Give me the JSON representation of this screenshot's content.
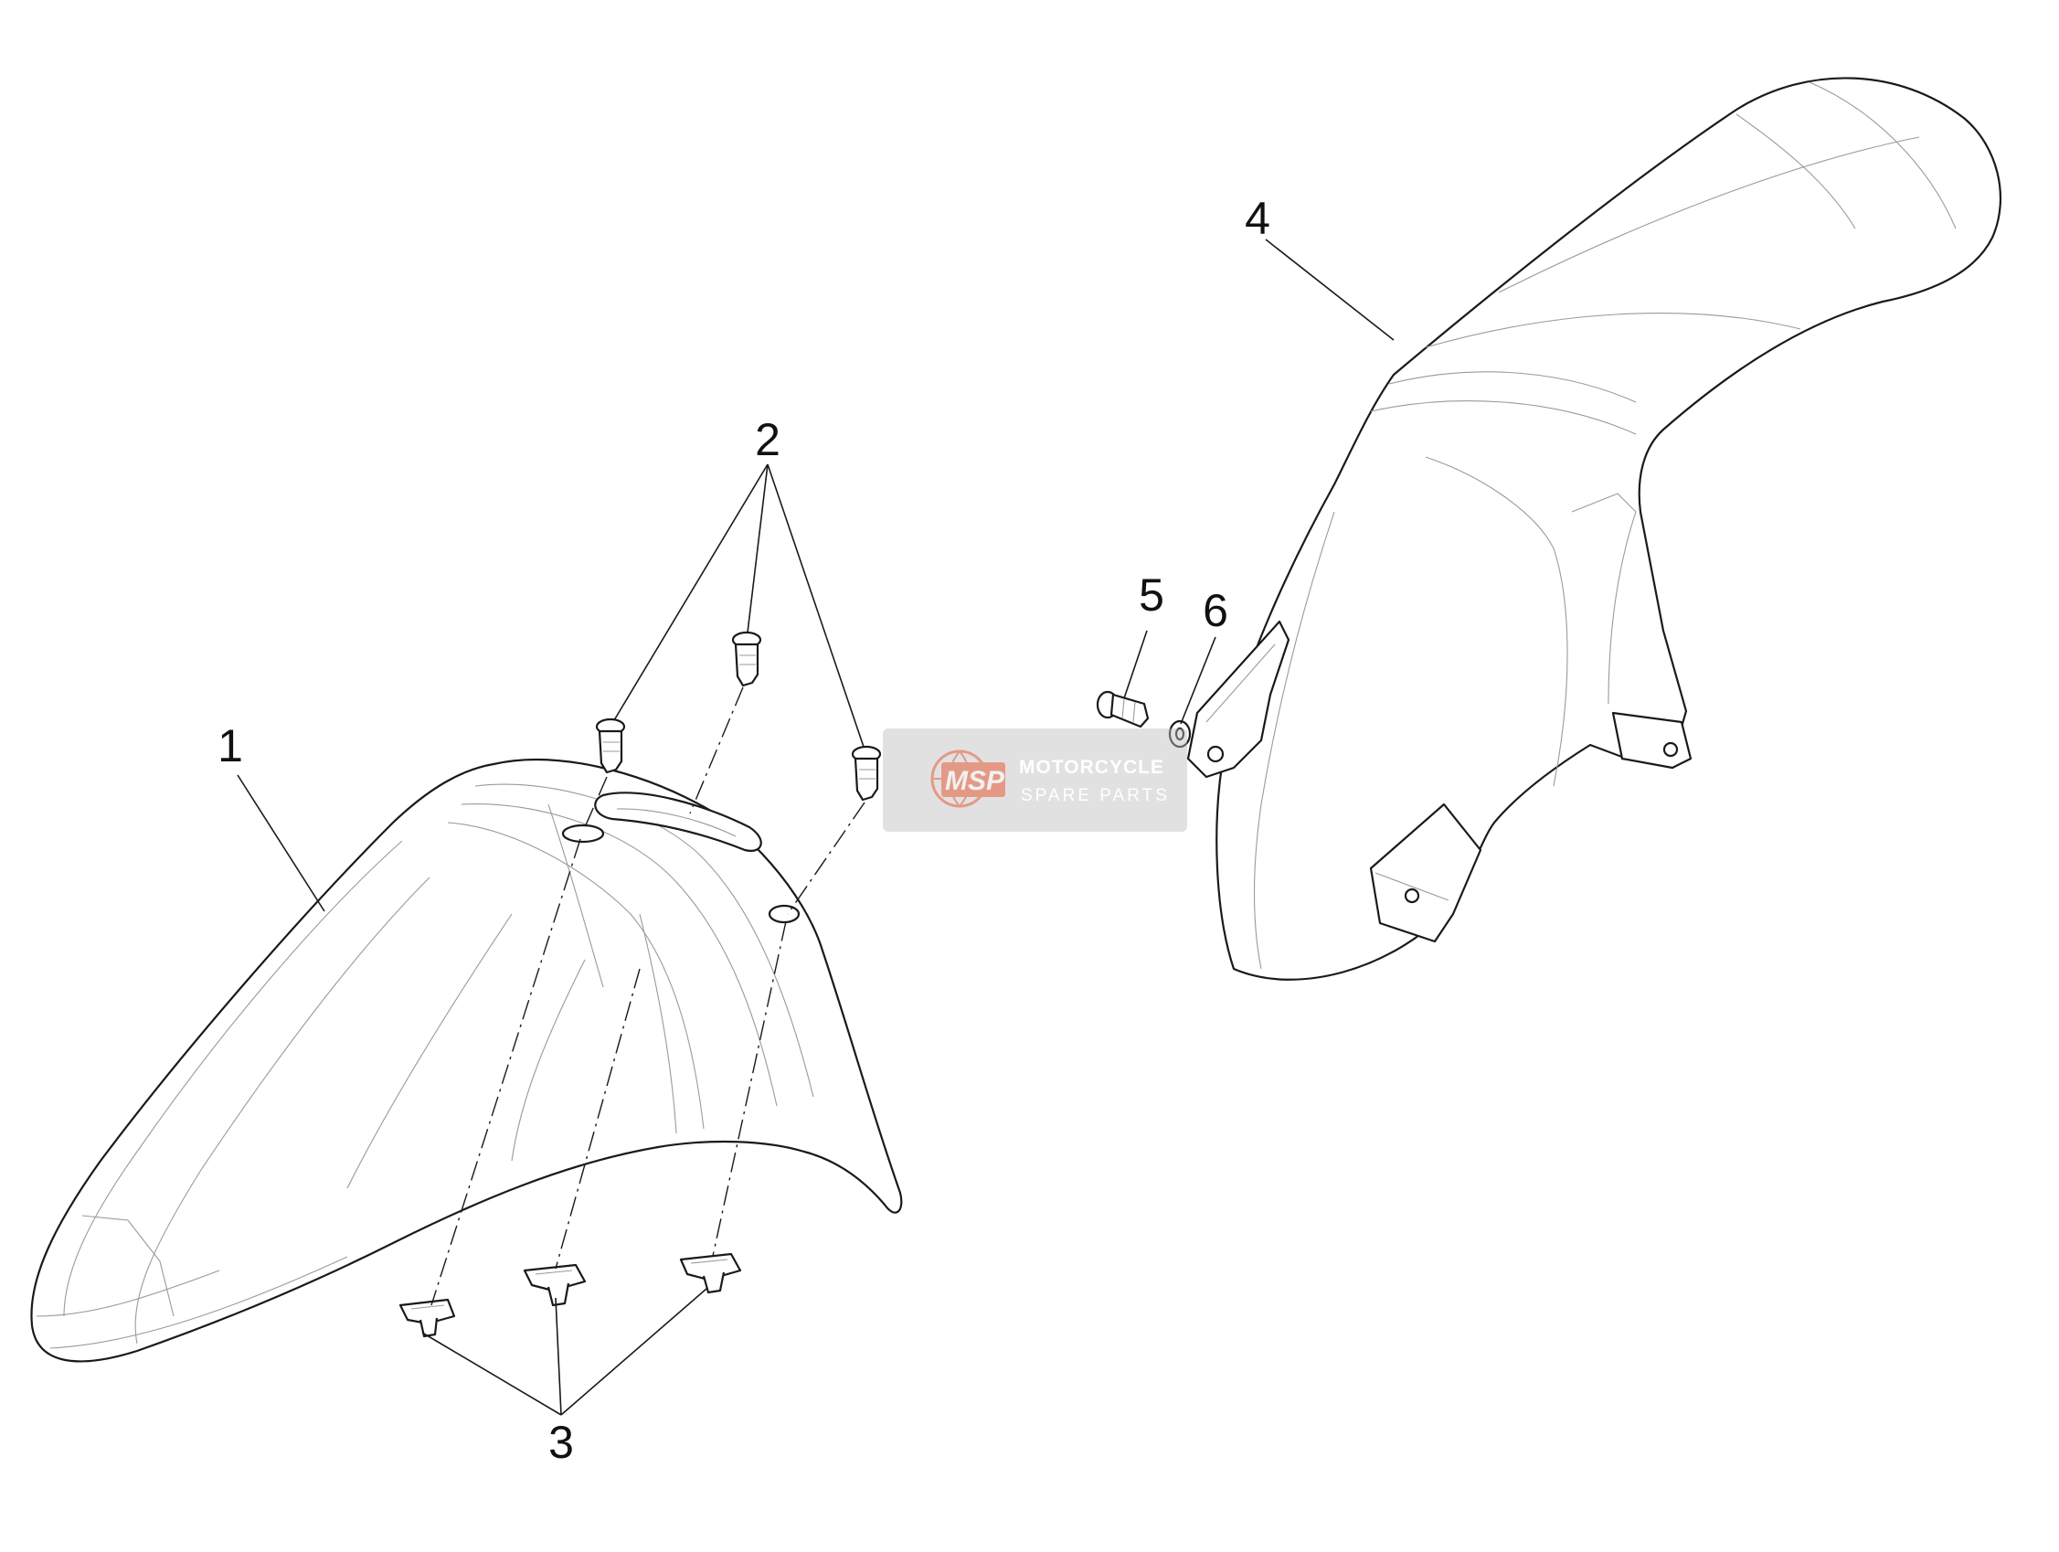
{
  "diagram": {
    "callouts": [
      {
        "id": "1",
        "label": "1"
      },
      {
        "id": "2",
        "label": "2"
      },
      {
        "id": "3",
        "label": "3"
      },
      {
        "id": "4",
        "label": "4"
      },
      {
        "id": "5",
        "label": "5"
      },
      {
        "id": "6",
        "label": "6"
      }
    ]
  },
  "watermark": {
    "logo_text": "MSP",
    "line1": "MOTORCYCLE",
    "line2": "SPARE PARTS",
    "logo_color": "#e8603c"
  }
}
